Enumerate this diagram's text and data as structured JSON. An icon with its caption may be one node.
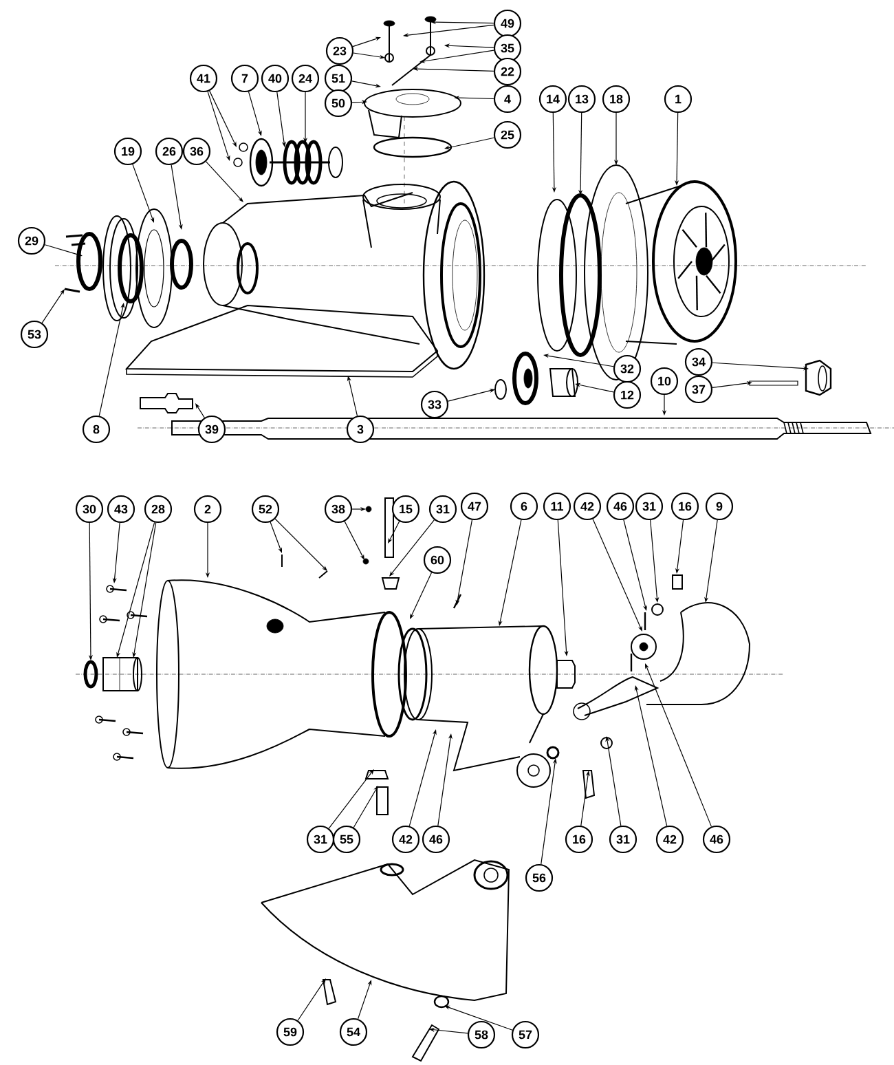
{
  "diagram": {
    "nodes": [
      {
        "text": [
          "49"
        ]
      },
      {
        "text": [
          "35"
        ]
      },
      {
        "text": [
          "23"
        ]
      },
      {
        "text": [
          "22"
        ]
      },
      {
        "text": [
          "41"
        ]
      },
      {
        "text": [
          "7"
        ]
      },
      {
        "text": [
          "40"
        ]
      },
      {
        "text": [
          "24"
        ]
      },
      {
        "text": [
          "51"
        ]
      },
      {
        "text": [
          "4"
        ]
      },
      {
        "text": [
          "14"
        ]
      },
      {
        "text": [
          "13"
        ]
      },
      {
        "text": [
          "18"
        ]
      },
      {
        "text": [
          "1"
        ]
      },
      {
        "text": [
          "50"
        ]
      },
      {
        "text": [
          "25"
        ]
      },
      {
        "text": [
          "19"
        ]
      },
      {
        "text": [
          "26"
        ]
      },
      {
        "text": [
          "36"
        ]
      },
      {
        "text": [
          "29"
        ]
      },
      {
        "text": [
          "53"
        ]
      },
      {
        "text": [
          "34"
        ]
      },
      {
        "text": [
          "32"
        ]
      },
      {
        "text": [
          "10"
        ]
      },
      {
        "text": [
          "37"
        ]
      },
      {
        "text": [
          "12"
        ]
      },
      {
        "text": [
          "33"
        ]
      },
      {
        "text": [
          "8"
        ]
      },
      {
        "text": [
          "39"
        ]
      },
      {
        "text": [
          "3"
        ]
      },
      {
        "text": [
          "30"
        ]
      },
      {
        "text": [
          "43"
        ]
      },
      {
        "text": [
          "28"
        ]
      },
      {
        "text": [
          "2"
        ]
      },
      {
        "text": [
          "52"
        ]
      },
      {
        "text": [
          "38"
        ]
      },
      {
        "text": [
          "15"
        ]
      },
      {
        "text": [
          "31"
        ]
      },
      {
        "text": [
          "47"
        ]
      },
      {
        "text": [
          "6"
        ]
      },
      {
        "text": [
          "11"
        ]
      },
      {
        "text": [
          "42"
        ]
      },
      {
        "text": [
          "46"
        ]
      },
      {
        "text": [
          "31"
        ]
      },
      {
        "text": [
          "16"
        ]
      },
      {
        "text": [
          "9"
        ]
      },
      {
        "text": [
          "60"
        ]
      },
      {
        "text": [
          "31"
        ]
      },
      {
        "text": [
          "55"
        ]
      },
      {
        "text": [
          "42"
        ]
      },
      {
        "text": [
          "46"
        ]
      },
      {
        "text": [
          "16"
        ]
      },
      {
        "text": [
          "31"
        ]
      },
      {
        "text": [
          "42"
        ]
      },
      {
        "text": [
          "46"
        ]
      },
      {
        "text": [
          "56"
        ]
      },
      {
        "text": [
          "59"
        ]
      },
      {
        "text": [
          "54"
        ]
      },
      {
        "text": [
          "58"
        ]
      },
      {
        "text": [
          "57"
        ]
      }
    ],
    "edges": [
      {
        "from": 0,
        "to": null,
        "arrow": "to"
      },
      {
        "from": 0,
        "to": null,
        "arrow": "to"
      },
      {
        "from": 1,
        "to": null,
        "arrow": "to"
      },
      {
        "from": 1,
        "to": null,
        "arrow": "to"
      },
      {
        "from": 2,
        "to": null,
        "arrow": "to"
      },
      {
        "from": 2,
        "to": null,
        "arrow": "to"
      },
      {
        "from": 3,
        "to": null,
        "arrow": "to"
      },
      {
        "from": 4,
        "to": null,
        "arrow": "to"
      },
      {
        "from": 4,
        "to": null,
        "arrow": "to"
      },
      {
        "from": 5,
        "to": null,
        "arrow": "to"
      },
      {
        "from": 6,
        "to": null,
        "arrow": "to"
      },
      {
        "from": 7,
        "to": null,
        "arrow": "to"
      },
      {
        "from": 8,
        "to": null,
        "arrow": "to"
      },
      {
        "from": 9,
        "to": null,
        "arrow": "to"
      },
      {
        "from": 10,
        "to": null,
        "arrow": "to"
      },
      {
        "from": 11,
        "to": null,
        "arrow": "to"
      },
      {
        "from": 12,
        "to": null,
        "arrow": "to"
      },
      {
        "from": 13,
        "to": null,
        "arrow": "to"
      },
      {
        "from": 14,
        "to": null,
        "arrow": "to"
      },
      {
        "from": 15,
        "to": null,
        "arrow": "to"
      },
      {
        "from": 16,
        "to": null,
        "arrow": "to"
      },
      {
        "from": 17,
        "to": null,
        "arrow": "to"
      },
      {
        "from": 18,
        "to": null,
        "arrow": "to"
      },
      {
        "from": 19,
        "to": null,
        "arrow": "to"
      },
      {
        "from": 20,
        "to": null,
        "arrow": "to"
      },
      {
        "from": 21,
        "to": null,
        "arrow": "to"
      },
      {
        "from": 22,
        "to": null,
        "arrow": "to"
      },
      {
        "from": 23,
        "to": null,
        "arrow": "to"
      },
      {
        "from": 24,
        "to": null,
        "arrow": "to"
      },
      {
        "from": 25,
        "to": null,
        "arrow": "to"
      },
      {
        "from": 26,
        "to": null,
        "arrow": "to"
      },
      {
        "from": 27,
        "to": null,
        "arrow": "to"
      },
      {
        "from": 28,
        "to": null,
        "arrow": "to"
      },
      {
        "from": 29,
        "to": null,
        "arrow": "to"
      },
      {
        "from": 30,
        "to": null,
        "arrow": "to"
      },
      {
        "from": 31,
        "to": null,
        "arrow": "to"
      },
      {
        "from": 32,
        "to": null,
        "arrow": "to"
      },
      {
        "from": 32,
        "to": null,
        "arrow": "to"
      },
      {
        "from": 33,
        "to": null,
        "arrow": "to"
      },
      {
        "from": 34,
        "to": null,
        "arrow": "to"
      },
      {
        "from": 34,
        "to": null,
        "arrow": "to"
      },
      {
        "from": 35,
        "to": null,
        "arrow": "to"
      },
      {
        "from": 35,
        "to": null,
        "arrow": "to"
      },
      {
        "from": 36,
        "to": null,
        "arrow": "to"
      },
      {
        "from": 37,
        "to": null,
        "arrow": "to"
      },
      {
        "from": 38,
        "to": null,
        "arrow": "to"
      },
      {
        "from": 39,
        "to": null,
        "arrow": "to"
      },
      {
        "from": 40,
        "to": null,
        "arrow": "to"
      },
      {
        "from": 41,
        "to": null,
        "arrow": "to"
      },
      {
        "from": 42,
        "to": null,
        "arrow": "to"
      },
      {
        "from": 43,
        "to": null,
        "arrow": "to"
      },
      {
        "from": 44,
        "to": null,
        "arrow": "to"
      },
      {
        "from": 45,
        "to": null,
        "arrow": "to"
      },
      {
        "from": 46,
        "to": null,
        "arrow": "to"
      },
      {
        "from": 47,
        "to": null,
        "arrow": "to"
      },
      {
        "from": 48,
        "to": null,
        "arrow": "to"
      },
      {
        "from": 49,
        "to": null,
        "arrow": "to"
      },
      {
        "from": 50,
        "to": null,
        "arrow": "to"
      },
      {
        "from": 51,
        "to": null,
        "arrow": "to"
      },
      {
        "from": 52,
        "to": null,
        "arrow": "to"
      },
      {
        "from": 53,
        "to": null,
        "arrow": "to"
      },
      {
        "from": 54,
        "to": null,
        "arrow": "to"
      },
      {
        "from": 55,
        "to": null,
        "arrow": "to"
      },
      {
        "from": 56,
        "to": null,
        "arrow": "to"
      },
      {
        "from": 57,
        "to": null,
        "arrow": "to"
      },
      {
        "from": 58,
        "to": null,
        "arrow": "to"
      },
      {
        "from": 59,
        "to": null,
        "arrow": "to"
      }
    ]
  }
}
